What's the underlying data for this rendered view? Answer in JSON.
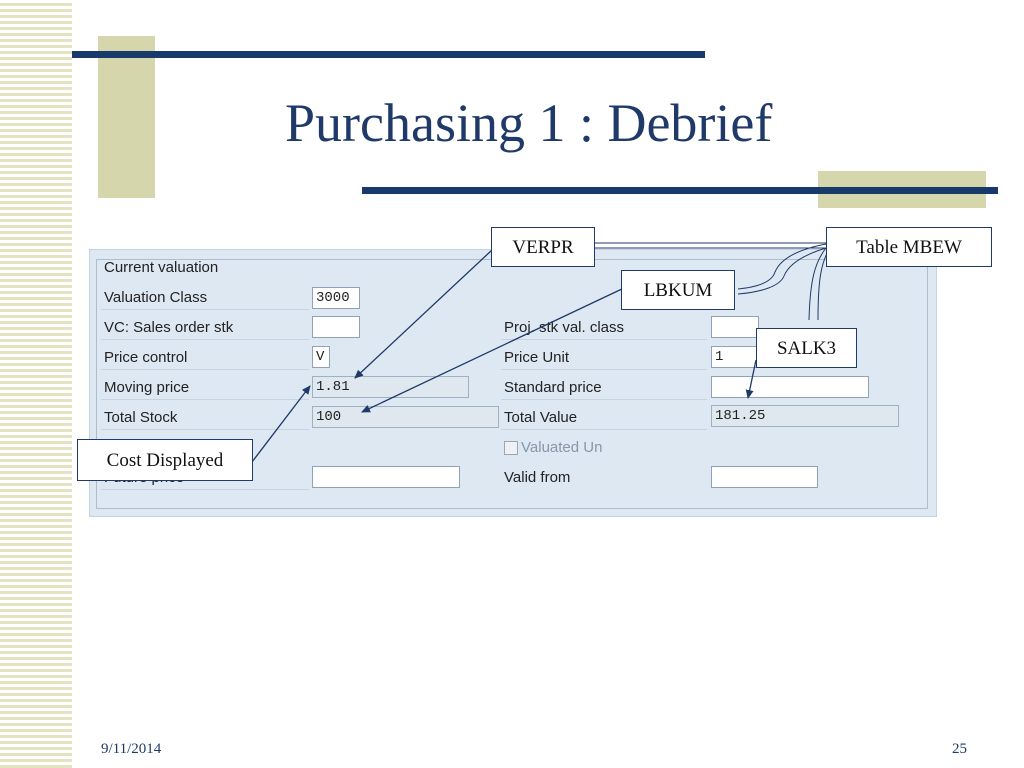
{
  "slide": {
    "title": "Purchasing 1 : Debrief",
    "date": "9/11/2014",
    "page_number": "25"
  },
  "panel": {
    "title": "Current valuation",
    "rows": {
      "valuation_class": {
        "label": "Valuation Class",
        "value": "3000"
      },
      "vc_sales_order_stk": {
        "label": "VC: Sales order stk",
        "value": ""
      },
      "price_control": {
        "label": "Price control",
        "value": "V"
      },
      "moving_price": {
        "label": "Moving price",
        "value": "1.81"
      },
      "total_stock": {
        "label": "Total Stock",
        "value": "100"
      },
      "future_price": {
        "label": "Future price",
        "value": ""
      },
      "proj_stk_val_class": {
        "label": "Proj. stk val. class",
        "value": ""
      },
      "price_unit": {
        "label": "Price Unit",
        "value": "1"
      },
      "standard_price": {
        "label": "Standard price",
        "value": ""
      },
      "total_value": {
        "label": "Total Value",
        "value": "181.25"
      },
      "valuated_un": {
        "label": "Valuated Un",
        "checked": false
      },
      "valid_from": {
        "label": "Valid from",
        "value": ""
      }
    }
  },
  "callouts": {
    "verpr": "VERPR",
    "table_mbew": "Table MBEW",
    "lbkum": "LBKUM",
    "salk3": "SALK3",
    "cost_displayed": "Cost Displayed"
  },
  "colors": {
    "accent_navy": "#173a6b",
    "accent_tan": "#d6d6ad",
    "panel_bg": "#dde8f3"
  }
}
